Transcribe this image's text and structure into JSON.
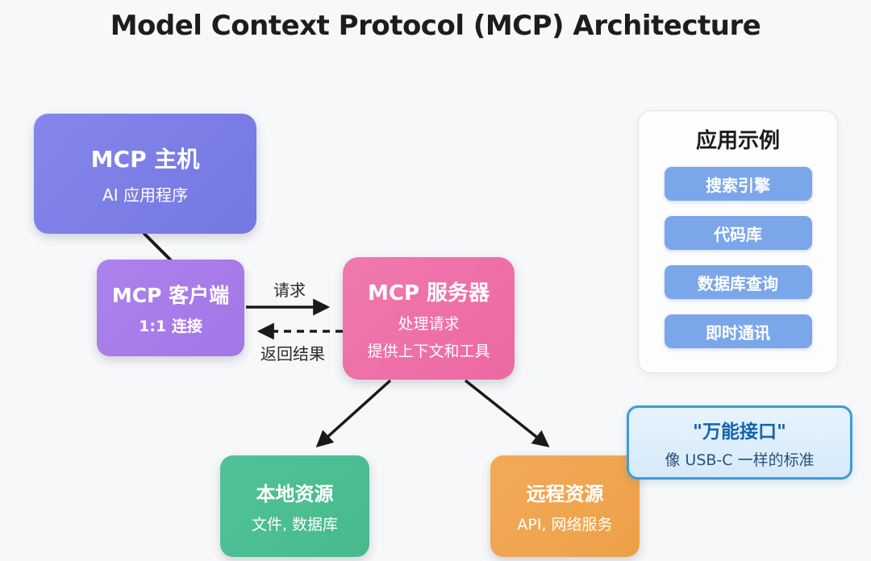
{
  "title": "Model Context Protocol (MCP) Architecture",
  "nodes": {
    "host": {
      "title": "MCP 主机",
      "subtitle": "AI 应用程序",
      "color": "#7b7de6"
    },
    "client": {
      "title": "MCP 客户端",
      "subtitle": "1:1 连接",
      "color": "#a77ce9"
    },
    "server": {
      "title": "MCP 服务器",
      "line1": "处理请求",
      "line2": "提供上下文和工具",
      "color": "#ee6ea7"
    },
    "local": {
      "title": "本地资源",
      "subtitle": "文件, 数据库",
      "color": "#4cbf94"
    },
    "remote": {
      "title": "远程资源",
      "subtitle": "API, 网络服务",
      "color": "#f0a44e"
    }
  },
  "edges": {
    "request_label": "请求",
    "response_label": "返回结果",
    "arrow_color": "#1a1a1a"
  },
  "examples_panel": {
    "title": "应用示例",
    "items": [
      "搜索引擎",
      "代码库",
      "数据库查询",
      "即时通讯"
    ],
    "button_color": "#7ba7ea"
  },
  "callout": {
    "title": "\"万能接口\"",
    "subtitle": "像 USB-C 一样的标准",
    "bg_color": "#ddeefb",
    "border_color": "#3f9bd8"
  }
}
